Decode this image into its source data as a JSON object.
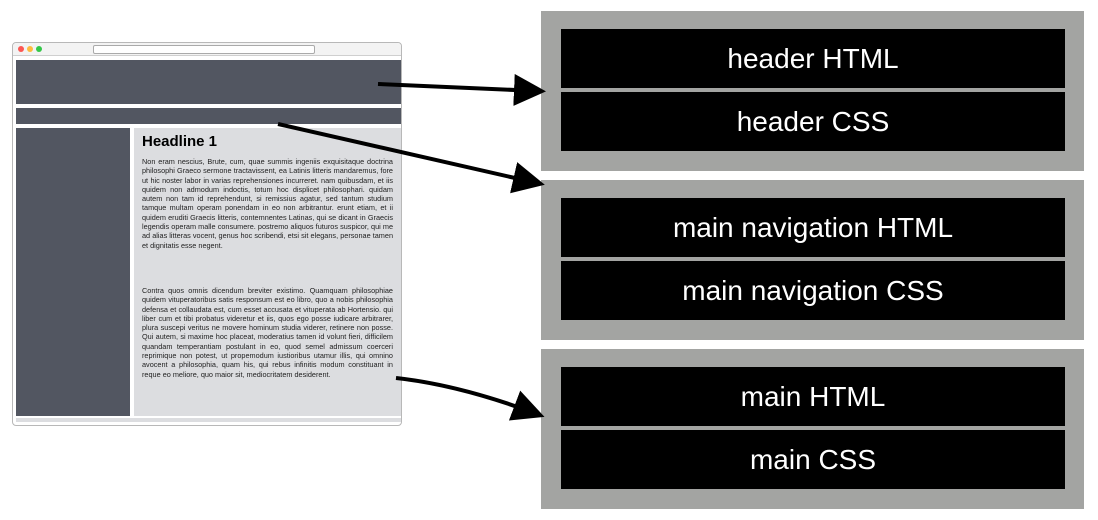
{
  "browser_mockup": {
    "headline": "Headline 1",
    "paragraphs": [
      "Non eram nescius, Brute, cum, quae summis ingeniis exquisitaque doctrina philosophi Graeco sermone tractavissent, ea Latinis litteris mandaremus, fore ut hic noster labor in varias reprehensiones incurreret. nam quibusdam, et iis quidem non admodum indoctis, totum hoc displicet philosophari. quidam autem non tam id reprehendunt, si remissius agatur, sed tantum studium tamque multam operam ponendam in eo non arbitrantur. erunt etiam, et ii quidem eruditi Graecis litteris, contemnentes Latinas, qui se dicant in Graecis legendis operam malle consumere. postremo aliquos futuros suspicor, qui me ad alias litteras vocent, genus hoc scribendi, etsi sit elegans, personae tamen et dignitatis esse negent.",
      "Contra quos omnis dicendum breviter existimo. Quamquam philosophiae quidem vituperatoribus satis responsum est eo libro, quo a nobis philosophia defensa et collaudata est, cum esset accusata et vituperata ab Hortensio. qui liber cum et tibi probatus videretur et iis, quos ego posse iudicare arbitrarer, plura suscepi veritus ne movere hominum studia viderer, retinere non posse. Qui autem, si maxime hoc placeat, moderatius tamen id volunt fieri, difficilem quandam temperantiam postulant in eo, quod semel admissum coerceri reprimique non potest, ut propemodum iustioribus utamur illis, qui omnino avocent a philosophia, quam his, qui rebus infinitis modum constituant in reque eo meliore, quo maior sit, mediocritatem desiderent."
    ]
  },
  "groups": {
    "header": {
      "html_label": "header HTML",
      "css_label": "header CSS"
    },
    "main_navigation": {
      "html_label": "main navigation HTML",
      "css_label": "main navigation CSS"
    },
    "main": {
      "html_label": "main HTML",
      "css_label": "main CSS"
    }
  },
  "colors": {
    "dark_block": "#525661",
    "content_bg": "#dcdde0",
    "group_bg": "#a3a4a2",
    "label_box": "#000000",
    "label_text": "#ffffff",
    "arrow": "#000000"
  }
}
